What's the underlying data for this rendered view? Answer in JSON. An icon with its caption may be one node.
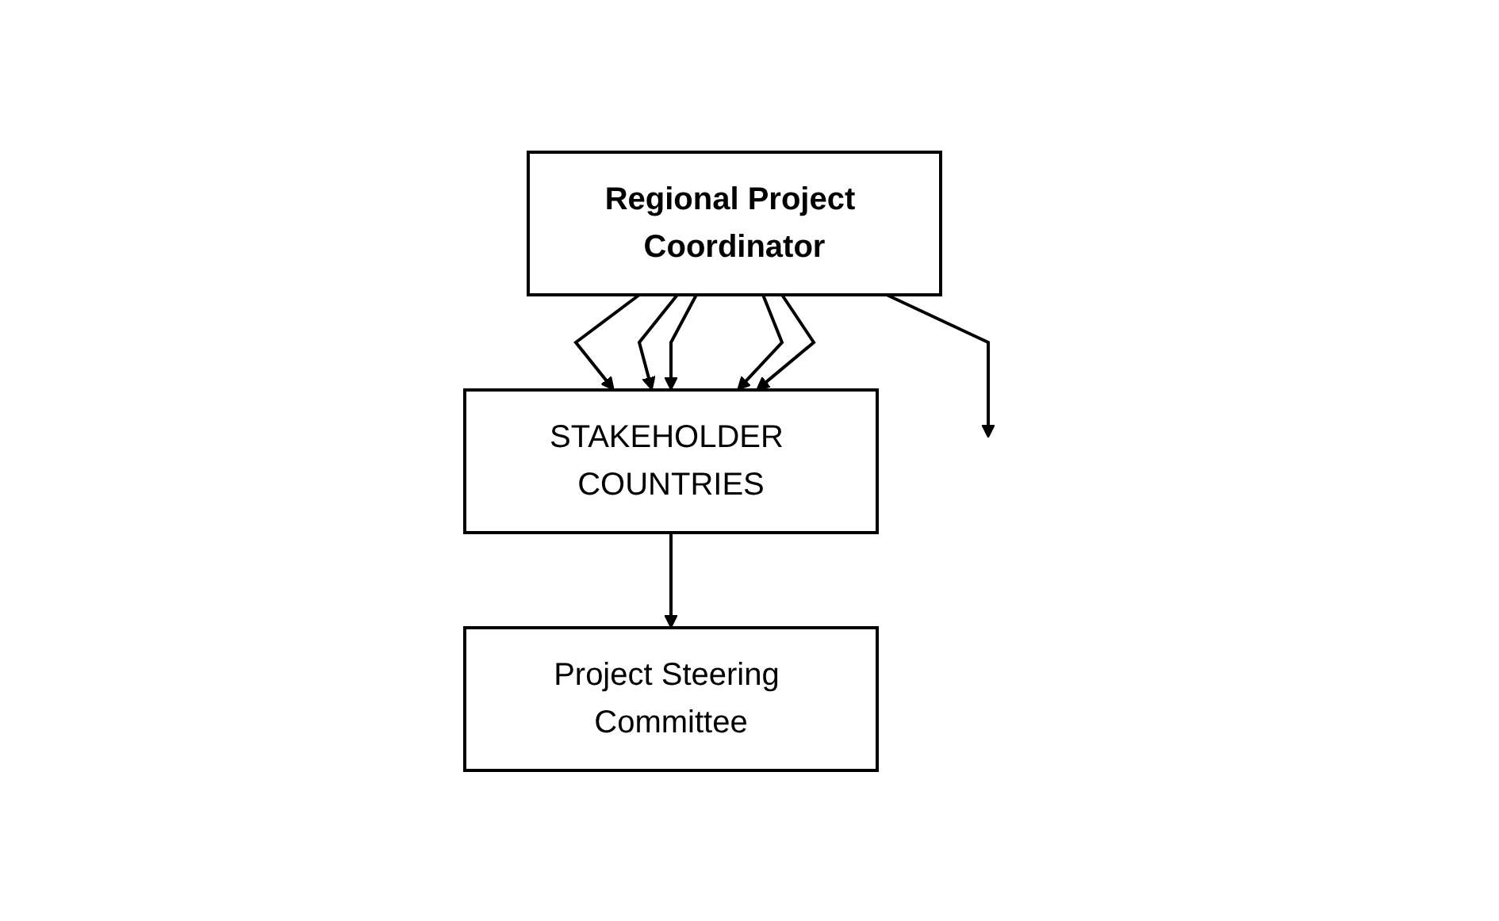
{
  "diagram": {
    "nodes": [
      {
        "text": [
          "Project Steering Committee"
        ]
      },
      {
        "text": [
          "Regional Project Coordinator"
        ]
      },
      {
        "text": [
          "STAKEHOLDER COUNTRIES"
        ]
      }
    ],
    "edges": [
      {
        "from": 2,
        "to": 0,
        "arrow": "to"
      },
      {
        "from": 1,
        "to": 2,
        "arrow": "to"
      },
      {
        "from": 1,
        "to": 2,
        "arrow": "to"
      },
      {
        "from": 1,
        "to": 2,
        "arrow": "to"
      },
      {
        "from": 1,
        "to": 2,
        "arrow": "to"
      },
      {
        "from": 1,
        "to": 2,
        "arrow": "to"
      },
      {
        "from": 1,
        "to": null,
        "arrow": "to"
      }
    ]
  }
}
